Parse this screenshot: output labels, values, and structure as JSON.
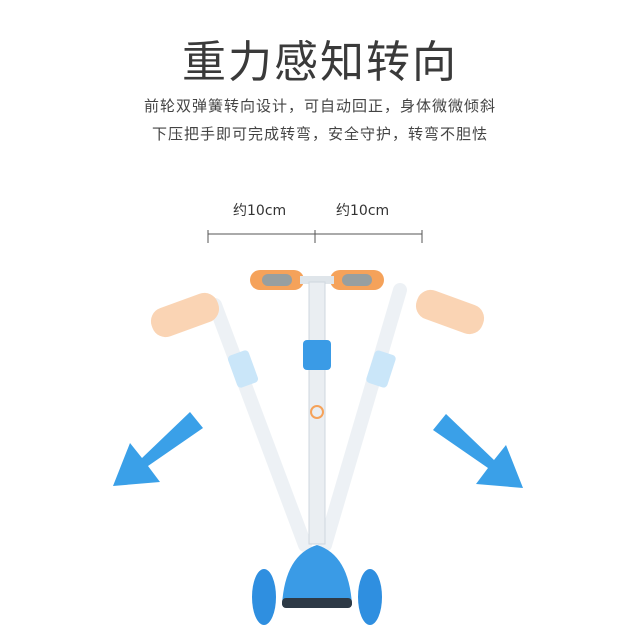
{
  "title": "重力感知转向",
  "description": {
    "line1": "前轮双弹簧转向设计，可自动回正，身体微微倾斜",
    "line2": "下压把手即可完成转弯，安全守护，转弯不胆怯"
  },
  "measurements": {
    "left_label": "约10cm",
    "right_label": "约10cm"
  },
  "colors": {
    "accent_blue": "#3a9be6",
    "arrow_blue": "#3aa0e8",
    "grip_orange": "#f5a25a",
    "frame_white": "#eef2f5"
  },
  "icons": {
    "left_arrow": "arrow-down-left-icon",
    "right_arrow": "arrow-down-right-icon"
  }
}
